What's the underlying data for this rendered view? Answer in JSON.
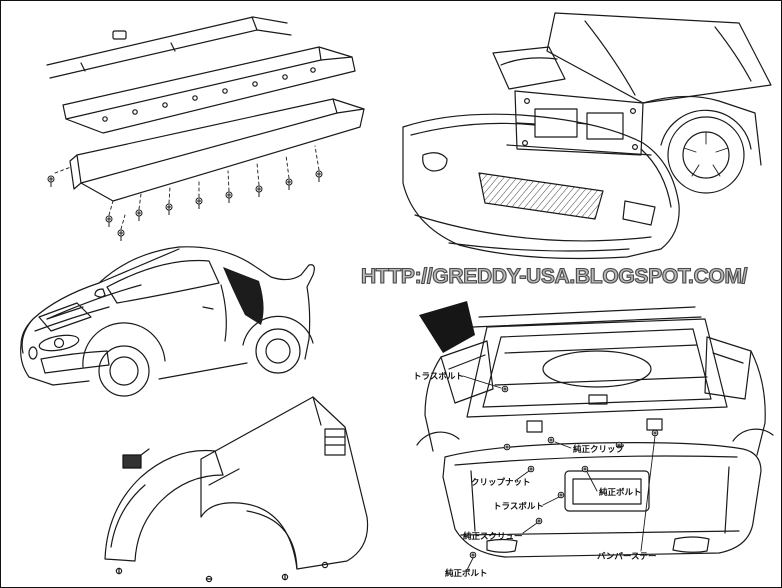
{
  "page": {
    "background_color": "#ffffff",
    "line_color": "#1a1a1a"
  },
  "watermark": {
    "text": "HTTP://GREDDY-USA.BLOGSPOT.COM/",
    "fill_color": "#b9b9b9",
    "outline_color": "#4a4a4a"
  },
  "rear_bumper_labels": {
    "truss_bolt_top": "トラスボルト",
    "oem_clip": "純正クリップ",
    "clip_nut": "クリップナット",
    "oem_bolt_mid": "純正ボルト",
    "truss_bolt_mid": "トラスボルト",
    "oem_screw": "純正スクリュー",
    "bumper_stay": "バンパーステー",
    "oem_bolt_bottom": "純正ボルト"
  }
}
